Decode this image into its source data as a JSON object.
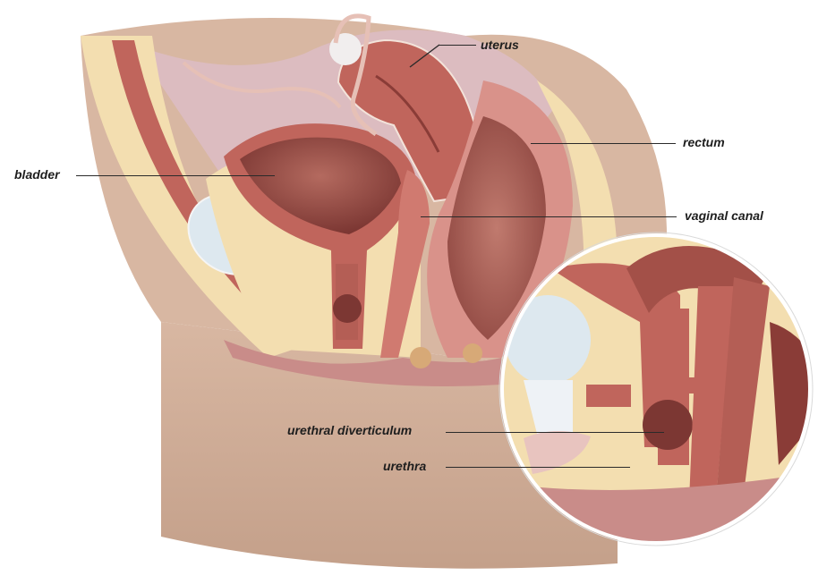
{
  "diagram": {
    "type": "anatomical-illustration",
    "view": "sagittal cross-section of female pelvis with magnified inset",
    "inset": "circular magnified view of urethra region"
  },
  "labels": {
    "uterus": "uterus",
    "rectum": "rectum",
    "bladder": "bladder",
    "vaginal_canal": "vaginal canal",
    "urethral_diverticulum": "urethral diverticulum",
    "urethra": "urethra"
  },
  "colors": {
    "background": "#ffffff",
    "skin": "#d9bba6",
    "skin_dark": "#c9a28a",
    "fat": "#f3deb0",
    "muscle": "#c0655c",
    "muscle_dark": "#9e4b44",
    "cavity": "#8a3c37",
    "peritoneum": "#d9b9bd",
    "bone_cartilage": "#dde8ef",
    "label_text": "#1e1e1e",
    "leader_line": "#2a2a2a"
  }
}
